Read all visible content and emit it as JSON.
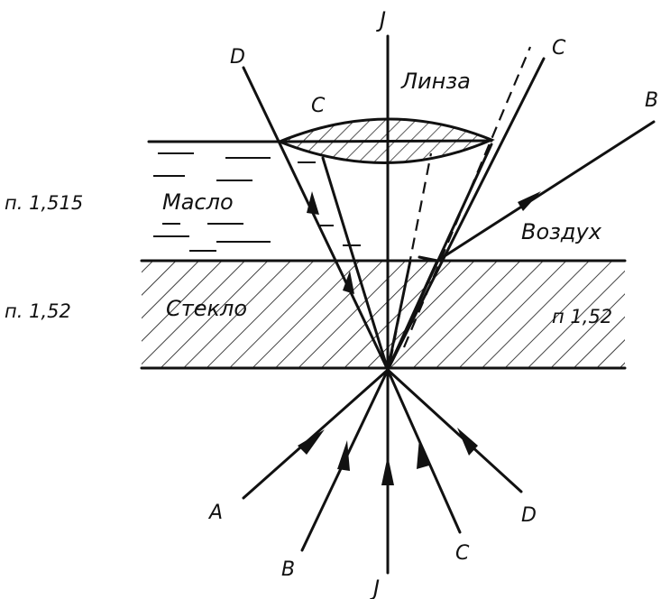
{
  "labels": {
    "lens": "Линза",
    "oil": "Масло",
    "glass": "Стекло",
    "air": "Воздух",
    "n_oil": "п. 1,515",
    "n_glass_left": "п. 1,52",
    "n_glass_right": "п 1,52",
    "lens_c": "C"
  },
  "rays": {
    "J_top": "J",
    "J_bottom": "J",
    "D_top": "D",
    "C_top": "C",
    "B_top": "B",
    "A_bottom": "A",
    "B_bottom": "B",
    "C_bottom": "C",
    "D_bottom": "D"
  }
}
